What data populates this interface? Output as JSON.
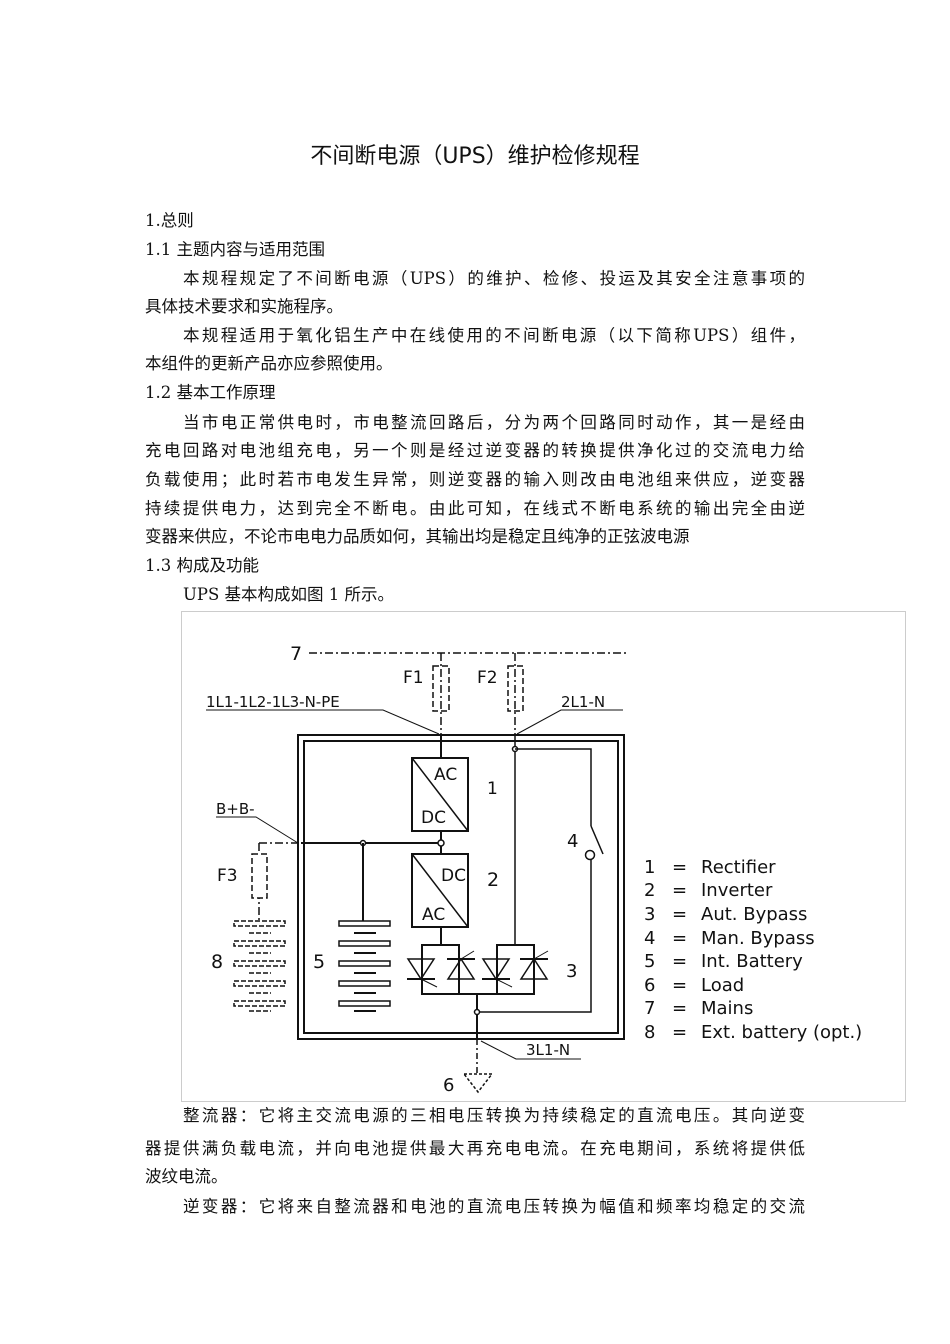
{
  "title": "不间断电源（UPS）维护检修规程",
  "sections": {
    "s1": "1.总则",
    "s1_1": "1.1 主题内容与适用范围",
    "p1": [
      "本规程规定了不间断电源（UPS）的维护、检修、投运及其安全注意事项的",
      "具体技术要求和实施程序。"
    ],
    "p2": [
      "本规程适用于氧化铝生产中在线使用的不间断电源（以下简称UPS）组件，",
      "本组件的更新产品亦应参照使用。"
    ],
    "s1_2": "1.2 基本工作原理",
    "p3": [
      "当市电正常供电时，市电整流回路后，分为两个回路同时动作，其一是经由",
      "充电回路对电池组充电，另一个则是经过逆变器的转换提供净化过的交流电力给",
      "负载使用；此时若市电发生异常，则逆变器的输入则改由电池组来供应，逆变器",
      "持续提供电力，达到完全不断电。由此可知，在线式不断电系统的输出完全由逆",
      "变器来供应，不论市电电力品质如何，其输出均是稳定且纯净的正弦波电源"
    ],
    "s1_3": "1.3 构成及功能",
    "p4": "UPS 基本构成如图 1 所示。",
    "p5": [
      "整流器：它将主交流电源的三相电压转换为持续稳定的直流电压。其向逆变",
      "器提供满负载电流，并向电池提供最大再充电电流。在充电期间，系统将提供低",
      "波纹电流。"
    ],
    "p6": [
      "逆变器：它将来自整流器和电池的直流电压转换为幅值和频率均稳定的交流"
    ]
  },
  "diagram": {
    "mains_num": "7",
    "f1": "F1",
    "f2": "F2",
    "f3": "F3",
    "input1": "1L1-1L2-1L3-N-PE",
    "input2": "2L1-N",
    "battery_terminal": "B+B-",
    "output": "3L1-N",
    "load_num": "6",
    "rect_ac": "AC",
    "rect_dc": "DC",
    "rect_num": "1",
    "inv_dc": "DC",
    "inv_ac": "AC",
    "inv_num": "2",
    "bypass_num": "3",
    "man_num": "4",
    "batt_num": "5",
    "ext_num": "8",
    "legend": [
      {
        "n": "1",
        "eq": "=",
        "label": "Rectifier"
      },
      {
        "n": "2",
        "eq": "=",
        "label": "Inverter"
      },
      {
        "n": "3",
        "eq": "=",
        "label": "Aut. Bypass"
      },
      {
        "n": "4",
        "eq": "=",
        "label": "Man. Bypass"
      },
      {
        "n": "5",
        "eq": "=",
        "label": "Int. Battery"
      },
      {
        "n": "6",
        "eq": "=",
        "label": "Load"
      },
      {
        "n": "7",
        "eq": "=",
        "label": "Mains"
      },
      {
        "n": "8",
        "eq": "=",
        "label": "Ext. battery (opt.)"
      }
    ]
  }
}
